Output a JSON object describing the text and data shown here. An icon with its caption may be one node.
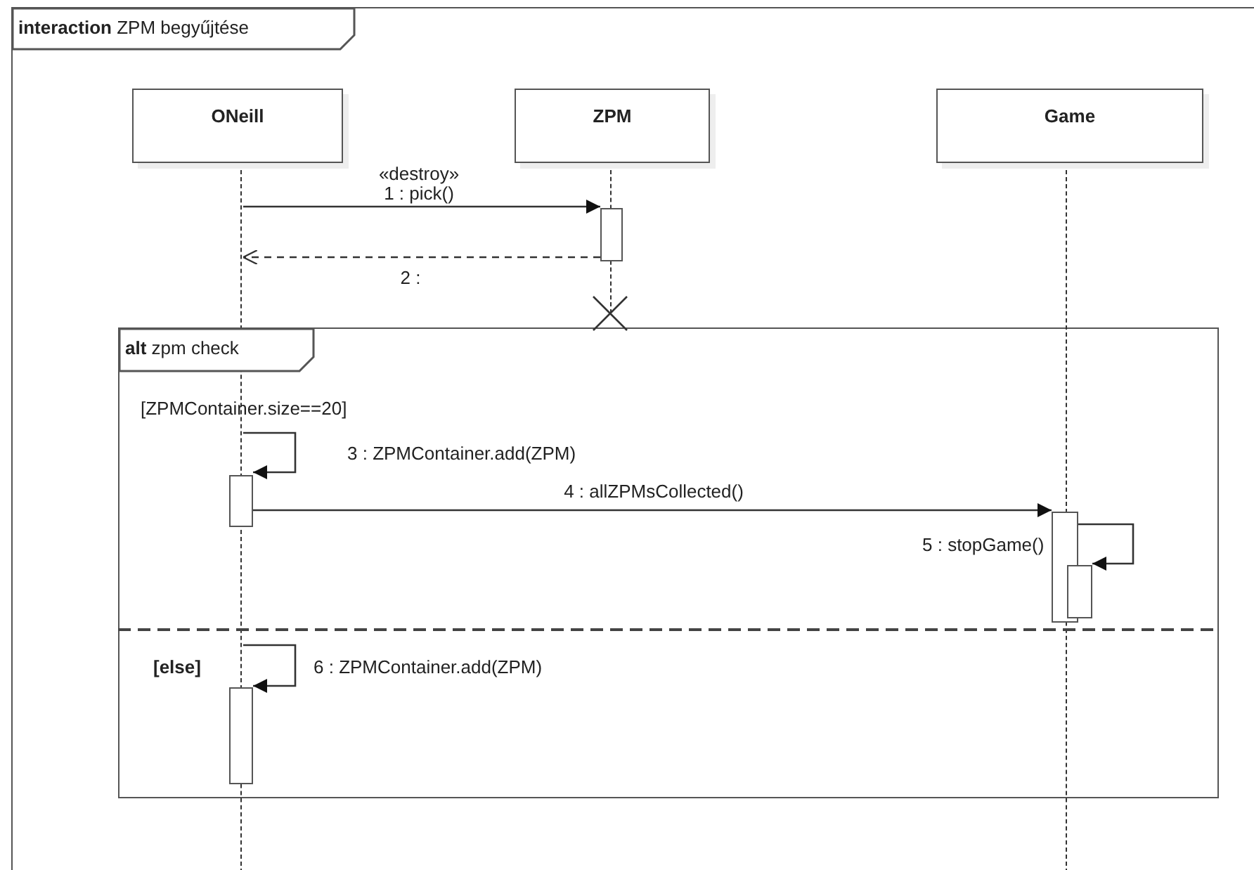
{
  "diagram": {
    "nodes": [
      {
        "text": [
          "**interaction** ZPM begyűjtése"
        ]
      },
      {
        "text": [
          "ONeill"
        ],
        "in": 0
      },
      {
        "text": [
          "ZPM"
        ],
        "in": 0
      },
      {
        "text": [
          "Game"
        ],
        "in": 0
      },
      {
        "text": [],
        "shape": "line",
        "in": 0
      },
      {
        "text": [],
        "shape": "line",
        "in": 0
      },
      {
        "text": [],
        "shape": "line",
        "in": 0
      },
      {
        "text": [],
        "shape": "bar",
        "in": 0
      },
      {
        "text": [
          "**alt** zpm check"
        ],
        "in": 0
      },
      {
        "text": [],
        "shape": "bar",
        "in": 8
      },
      {
        "text": [],
        "shape": "bar",
        "in": 8
      },
      {
        "text": [],
        "shape": "bar",
        "in": 8
      },
      {
        "text": [],
        "shape": "bar",
        "in": 8
      }
    ],
    "edges": [
      {
        "from": 4,
        "to": 7,
        "arrow": "to",
        "label": "«destroy» 1 : pick()"
      },
      {
        "from": 7,
        "to": 4,
        "arrow": "to",
        "label": "2 :",
        "style": "dashed"
      },
      {
        "from": 4,
        "to": 9,
        "arrow": "to",
        "label": "3 : ZPMContainer.add(ZPM)"
      },
      {
        "from": 9,
        "to": 10,
        "arrow": "to",
        "label": "4 : allZPMsCollected()"
      },
      {
        "from": 10,
        "to": 11,
        "arrow": "to",
        "label": "5 : stopGame()"
      },
      {
        "from": 4,
        "to": 12,
        "arrow": "to",
        "label": "6 : ZPMContainer.add(ZPM)"
      }
    ],
    "labels": [
      "[ZPMContainer.size==20]",
      "[else]"
    ]
  }
}
